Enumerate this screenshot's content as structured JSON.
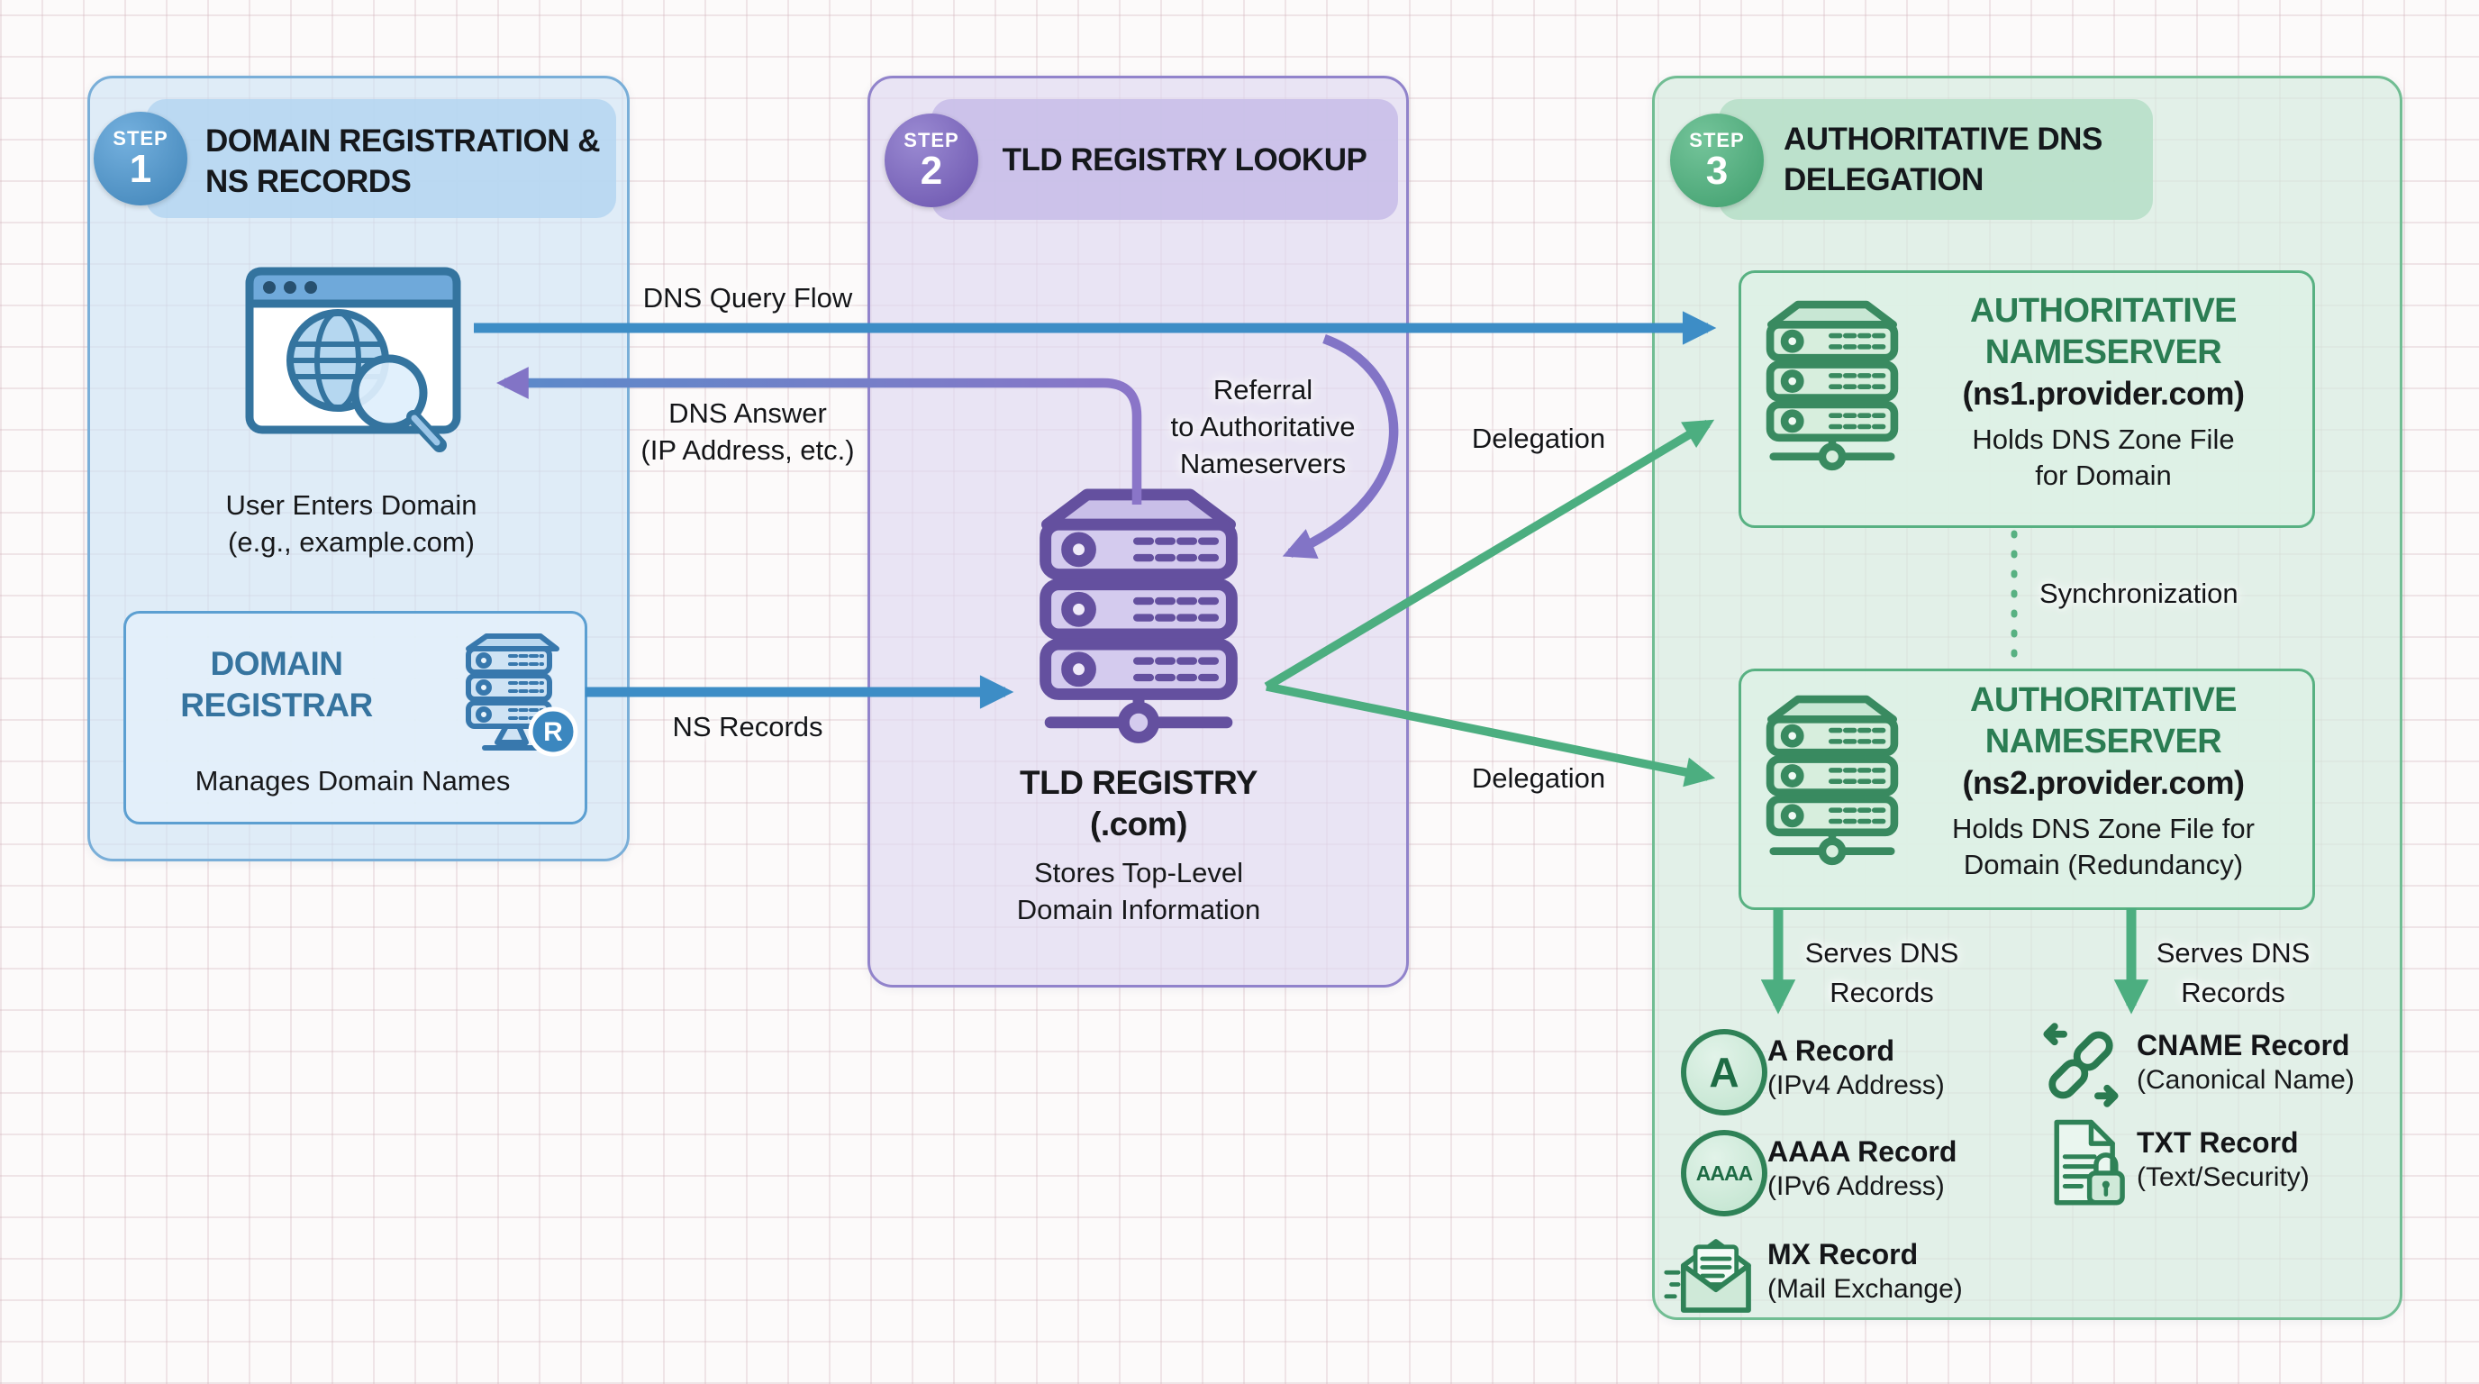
{
  "colors": {
    "blue_accent": "#3d8dc6",
    "purple_accent": "#7b68bd",
    "green_accent": "#4cae80"
  },
  "step1": {
    "badge": {
      "word": "STEP",
      "number": "1"
    },
    "title": "DOMAIN REGISTRATION & NS RECORDS",
    "browser_caption": "User Enters Domain\n(e.g., example.com)",
    "registrar": {
      "title": "DOMAIN REGISTRAR",
      "badge_letter": "R",
      "caption": "Manages Domain Names"
    }
  },
  "step2": {
    "badge": {
      "word": "STEP",
      "number": "2"
    },
    "title": "TLD REGISTRY LOOKUP",
    "registry": {
      "name": "TLD REGISTRY",
      "tld": "(.com)",
      "desc": "Stores Top-Level\nDomain Information"
    }
  },
  "step3": {
    "badge": {
      "word": "STEP",
      "number": "3"
    },
    "title": "AUTHORITATIVE DNS\nDELEGATION",
    "ns1": {
      "title": "AUTHORITATIVE\nNAMESERVER",
      "host": "(ns1.provider.com)",
      "desc": "Holds DNS Zone File\nfor Domain"
    },
    "ns2": {
      "title": "AUTHORITATIVE\nNAMESERVER",
      "host": "(ns2.provider.com)",
      "desc": "Holds DNS Zone File for\nDomain (Redundancy)"
    },
    "records": [
      {
        "abbr": "A",
        "name": "A Record",
        "desc": "(IPv4 Address)"
      },
      {
        "abbr": "AAAA",
        "name": "AAAA Record",
        "desc": "(IPv6 Address)"
      },
      {
        "abbr": "MX",
        "name": "MX Record",
        "desc": "(Mail Exchange)"
      },
      {
        "abbr": "CNAME",
        "name": "CNAME Record",
        "desc": "(Canonical Name)"
      },
      {
        "abbr": "TXT",
        "name": "TXT Record",
        "desc": "(Text/Security)"
      }
    ]
  },
  "labels": {
    "dns_query": "DNS Query Flow",
    "dns_answer": "DNS Answer\n(IP Address, etc.)",
    "ns_records": "NS Records",
    "referral": "Referral\nto Authoritative\nNameservers",
    "delegation_top": "Delegation",
    "delegation_bottom": "Delegation",
    "synchronization": "Synchronization",
    "serves_left": "Serves DNS\nRecords",
    "serves_right": "Serves DNS\nRecords"
  }
}
